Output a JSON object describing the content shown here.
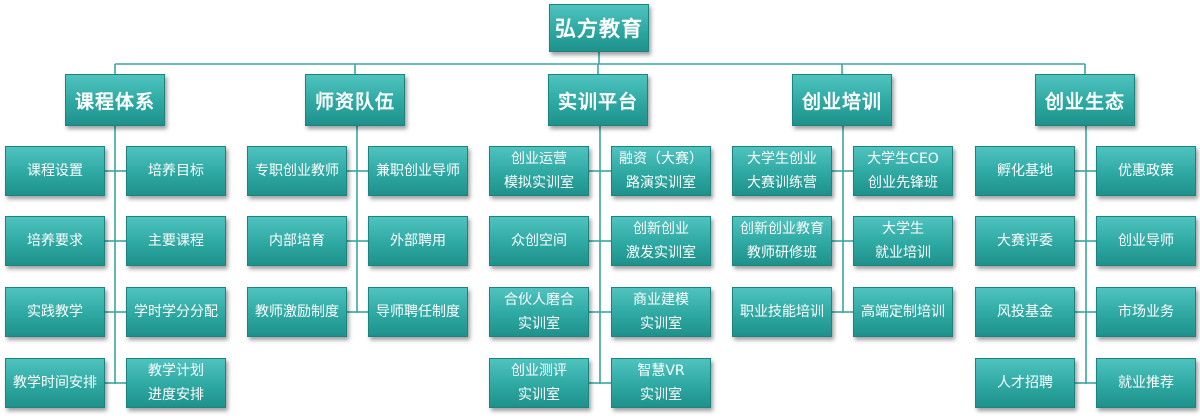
{
  "root": {
    "label": "弘方教育"
  },
  "columns": [
    {
      "label": "课程体系",
      "left": [
        "课程设置",
        "培养要求",
        "实践教学",
        "教学时间安排"
      ],
      "right": [
        "培养目标",
        "主要课程",
        "学时学分分配",
        "教学计划\n进度安排"
      ]
    },
    {
      "label": "师资队伍",
      "left": [
        "专职创业教师",
        "内部培育",
        "教师激励制度"
      ],
      "right": [
        "兼职创业导师",
        "外部聘用",
        "导师聘任制度"
      ]
    },
    {
      "label": "实训平台",
      "left": [
        "创业运营\n模拟实训室",
        "众创空间",
        "合伙人磨合\n实训室",
        "创业测评\n实训室"
      ],
      "right": [
        "融资（大赛）\n路演实训室",
        "创新创业\n激发实训室",
        "商业建模\n实训室",
        "智慧VR\n实训室"
      ]
    },
    {
      "label": "创业培训",
      "left": [
        "大学生创业\n大赛训练营",
        "创新创业教育\n教师研修班",
        "职业技能培训"
      ],
      "right": [
        "大学生CEO\n创业先锋班",
        "大学生\n就业培训",
        "高端定制培训"
      ]
    },
    {
      "label": "创业生态",
      "left": [
        "孵化基地",
        "大赛评委",
        "风投基金",
        "人才招聘"
      ],
      "right": [
        "优惠政策",
        "创业导师",
        "市场业务",
        "就业推荐"
      ]
    }
  ]
}
